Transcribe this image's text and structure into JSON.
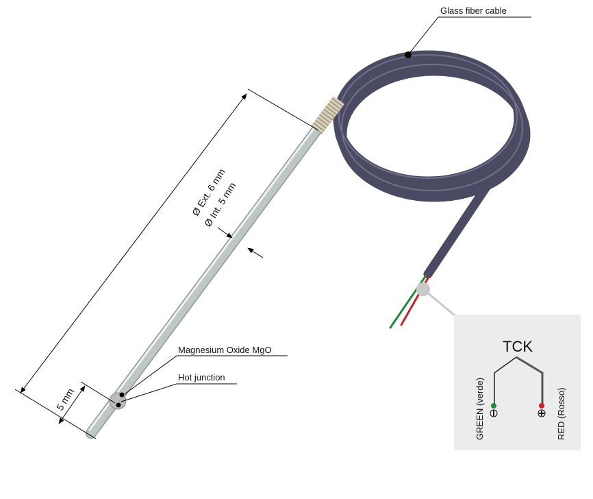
{
  "labels": {
    "cable": "Glass fiber cable",
    "ext_diameter": "Ø Ext. 6 mm",
    "int_diameter": "Ø Int. 5 mm",
    "mgo": "Magnesium Oxide MgO",
    "hot_junction": "Hot junction",
    "tip_length": "5 mm"
  },
  "inset": {
    "title": "TCK",
    "negative": "GREEN (verde)",
    "positive": "RED (Rosso)",
    "negative_color": "#1f8a3c",
    "positive_color": "#c8202a"
  },
  "colors": {
    "cable": "#4b4a63",
    "sheath": "#c9d0cf",
    "inset_bg": "#ececec"
  }
}
